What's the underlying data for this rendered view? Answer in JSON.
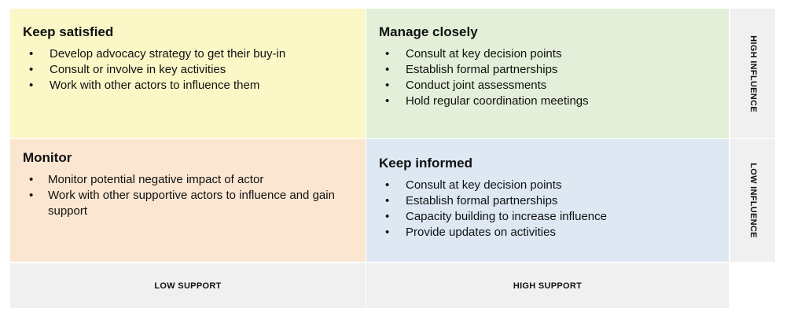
{
  "colors": {
    "keep_satisfied": "#fcf7c7",
    "manage_closely": "#e3efd8",
    "monitor": "#fbe6d2",
    "keep_informed": "#dde8f3",
    "axis_label_bg": "#f0f0f0"
  },
  "quadrants": {
    "keep_satisfied": {
      "title": "Keep satisfied",
      "items": [
        "Develop advocacy strategy to get their buy-in",
        "Consult or involve in key activities",
        "Work with other actors to influence them"
      ]
    },
    "manage_closely": {
      "title": "Manage closely",
      "items": [
        "Consult at key decision points",
        "Establish formal partnerships",
        "Conduct joint assessments",
        "Hold regular coordination meetings"
      ]
    },
    "monitor": {
      "title": "Monitor",
      "items": [
        "Monitor potential negative impact of actor",
        "Work with other supportive actors to influence and gain support"
      ]
    },
    "keep_informed": {
      "title": "Keep informed",
      "items": [
        "Consult at key decision points",
        "Establish formal partnerships",
        "Capacity building to increase influence",
        "Provide updates on activities"
      ]
    }
  },
  "axes": {
    "high_influence": "HIGH INFLUENCE",
    "low_influence": "LOW INFLUENCE",
    "low_support": "LOW SUPPORT",
    "high_support": "HIGH SUPPORT"
  }
}
